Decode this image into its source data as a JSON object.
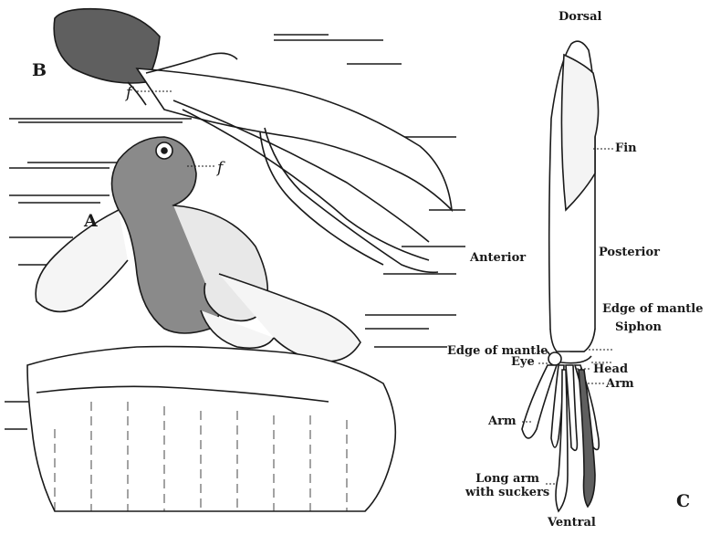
{
  "figure": {
    "panel_labels": {
      "a": "A",
      "b": "B",
      "c": "C"
    },
    "funnel_labels": {
      "a": "f",
      "b": "f"
    },
    "squid_labels": {
      "dorsal": "Dorsal",
      "ventral": "Ventral",
      "fin": "Fin",
      "anterior": "Anterior",
      "posterior": "Posterior",
      "edge_of_mantle_right": "Edge of mantle",
      "edge_of_mantle_left": "Edge of mantle",
      "siphon": "Siphon",
      "eye": "Eye",
      "head": "Head",
      "arm_right": "Arm",
      "arm_left": "Arm",
      "long_arm_line1": "Long arm",
      "long_arm_line2": "with suckers"
    },
    "colors": {
      "ink": "#1a1a1a",
      "paper": "#ffffff",
      "shade": "#6b6b6b"
    }
  }
}
